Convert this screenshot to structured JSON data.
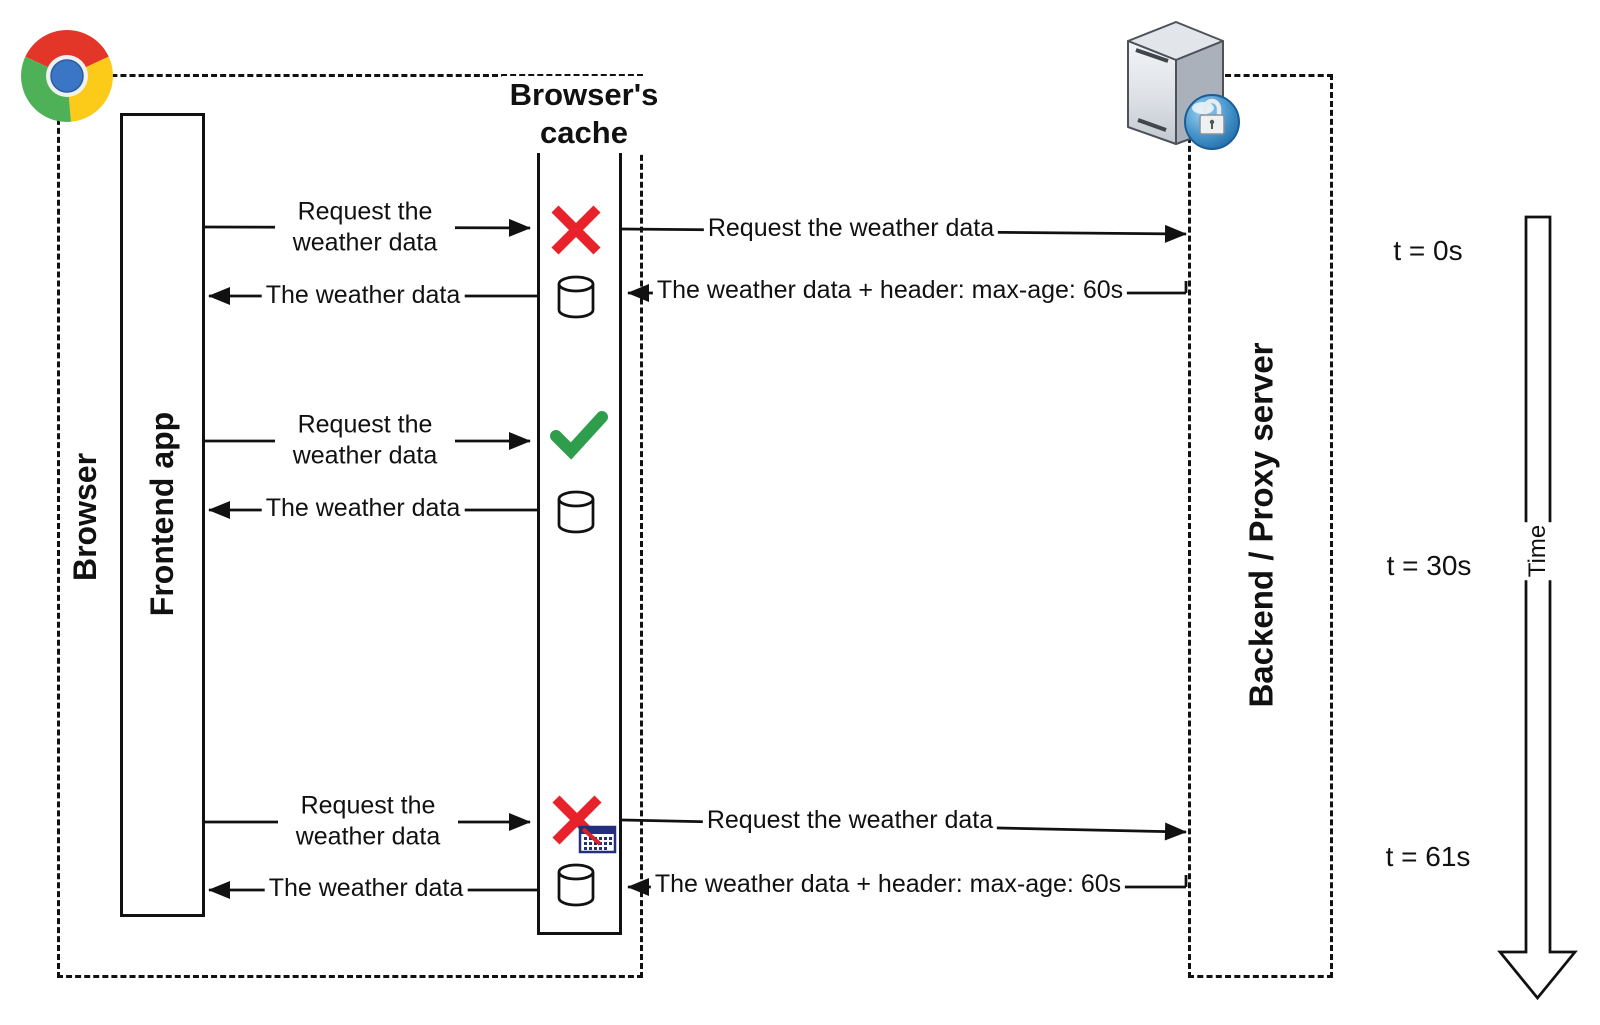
{
  "diagram": {
    "heading": {
      "line1": "Browser's",
      "line2": "cache"
    },
    "actors": {
      "browser": "Browser",
      "frontend": "Frontend app",
      "backend": "Backend / Proxy server"
    },
    "timeline": {
      "axis_label": "Time"
    },
    "rows": [
      {
        "time": "t = 0s",
        "frontend_request": "Request the weather data",
        "frontend_response": "The weather data",
        "backend_request": "Request the weather data",
        "backend_response": "The weather data + header: max-age: 60s",
        "cache_result": "miss"
      },
      {
        "time": "t = 30s",
        "frontend_request": "Request the weather data",
        "frontend_response": "The weather data",
        "cache_result": "hit"
      },
      {
        "time": "t = 61s",
        "frontend_request": "Request the weather data",
        "frontend_response": "The weather data",
        "backend_request": "Request the weather data",
        "backend_response": "The weather data + header: max-age: 60s",
        "cache_result": "expired"
      }
    ],
    "icons": {
      "chrome": "chrome-browser-logo",
      "server": "backend-server-with-lock-globe",
      "miss": "red-x",
      "hit": "green-check",
      "stored": "database-cylinder",
      "expired": "red-x-with-expired-calendar"
    },
    "colors": {
      "miss_x": "#e8222a",
      "hit_check": "#2f9e4c",
      "calendar": "#232e7d",
      "line": "#111111"
    }
  }
}
